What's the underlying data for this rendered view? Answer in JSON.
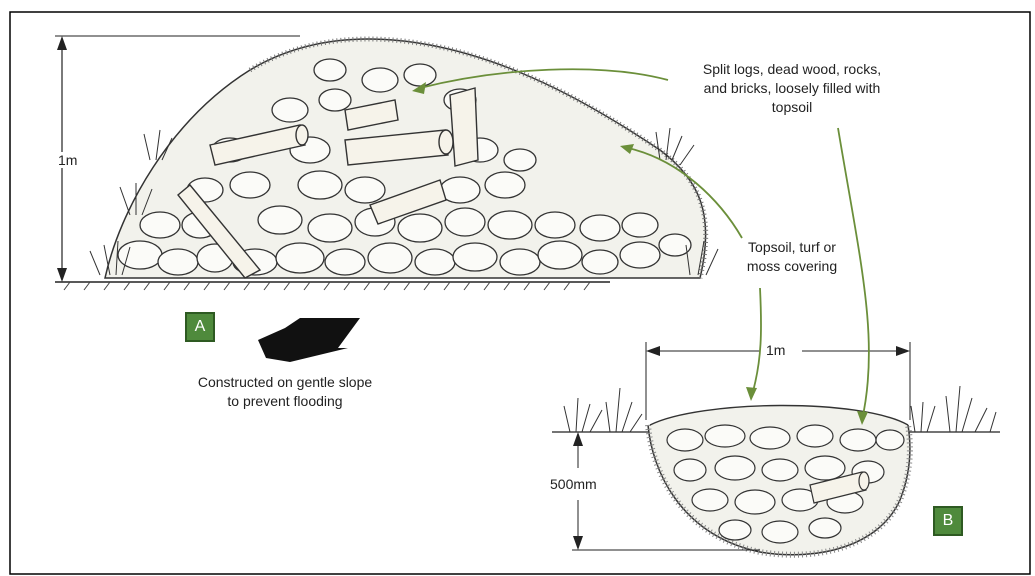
{
  "figure": {
    "caption_fragment": "",
    "callouts": {
      "materials": [
        "Split logs, dead wood, rocks,",
        "and bricks, loosely filled with",
        "topsoil"
      ],
      "covering": [
        "Topsoil, turf or",
        "moss covering"
      ],
      "slope": [
        "Constructed on gentle slope",
        "to prevent flooding"
      ]
    },
    "dimensions": {
      "height_a": "1m",
      "width_b": "1m",
      "depth_b": "500mm"
    },
    "badges": {
      "a": "A",
      "b": "B"
    },
    "colors": {
      "badge_fill": "#4f8a3c",
      "arrow_green": "#6b8f3a",
      "ink": "#222222"
    }
  }
}
